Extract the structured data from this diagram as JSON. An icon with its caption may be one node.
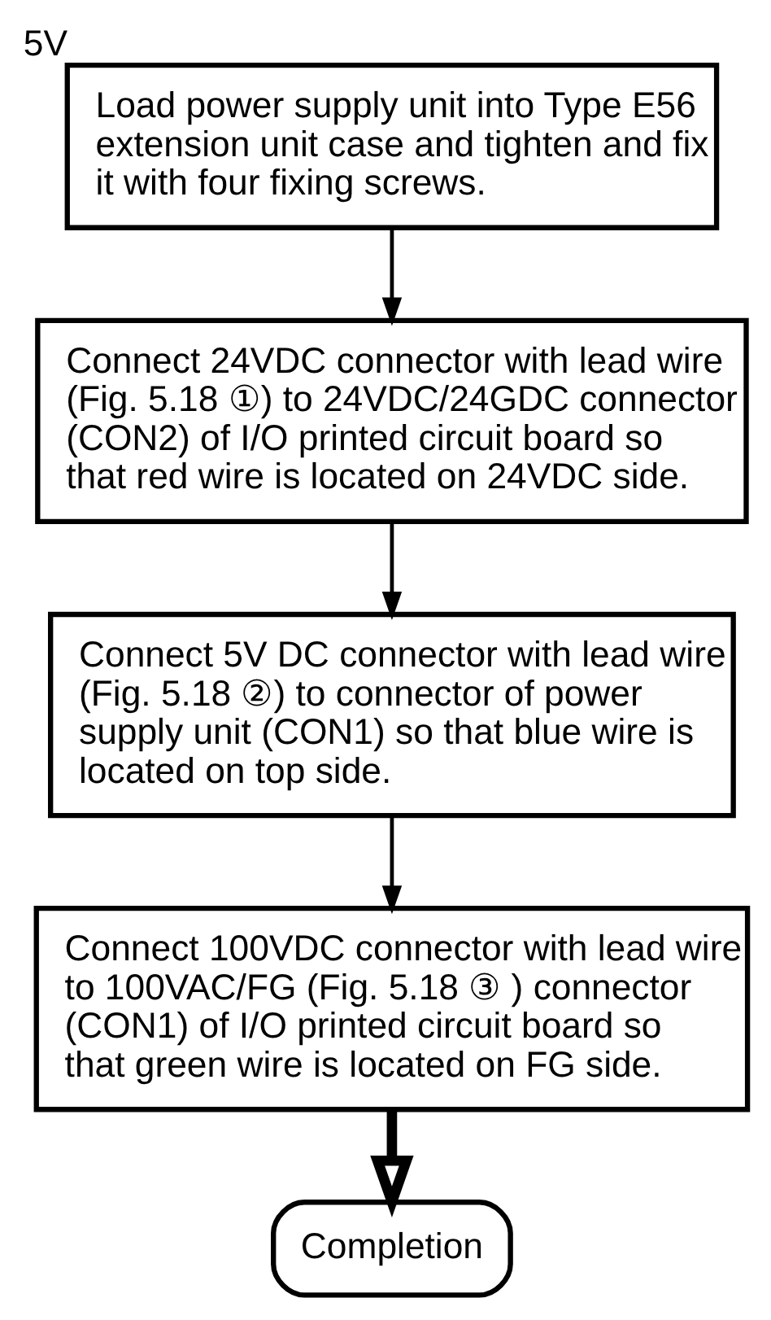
{
  "diagram": {
    "nodes": [
      {
        "text": [
          "Load power supply unit into Type E56 extension unit case and tighten and fix it with four fixing screws."
        ],
        "beside": [
          "5V"
        ]
      },
      {
        "text": [
          "Connect 24VDC connector with lead wire (Fig. 5.18 ①) to 24VDC/24GDC connector (CON2) of I/O printed circuit board so that red wire is located on 24VDC side."
        ]
      },
      {
        "text": [
          "Connect 5V DC connector with lead wire (Fig. 5.18 ②) to connector of power supply unit (CON1) so that blue wire is located on top side."
        ]
      },
      {
        "text": [
          "Connect 100VDC connector with lead wire to 100VAC/FG (Fig. 5.18 ③ ) connector (CON1) of I/O printed circuit board so that green wire is located on FG side."
        ]
      },
      {
        "text": [
          "Completion"
        ]
      }
    ],
    "edges": [
      {
        "from": 0,
        "to": 1,
        "arrow": "to"
      },
      {
        "from": 1,
        "to": 2,
        "arrow": "to"
      },
      {
        "from": 2,
        "to": 3,
        "arrow": "to"
      },
      {
        "from": 3,
        "to": 4,
        "arrow": "to",
        "style": "thick"
      }
    ]
  }
}
